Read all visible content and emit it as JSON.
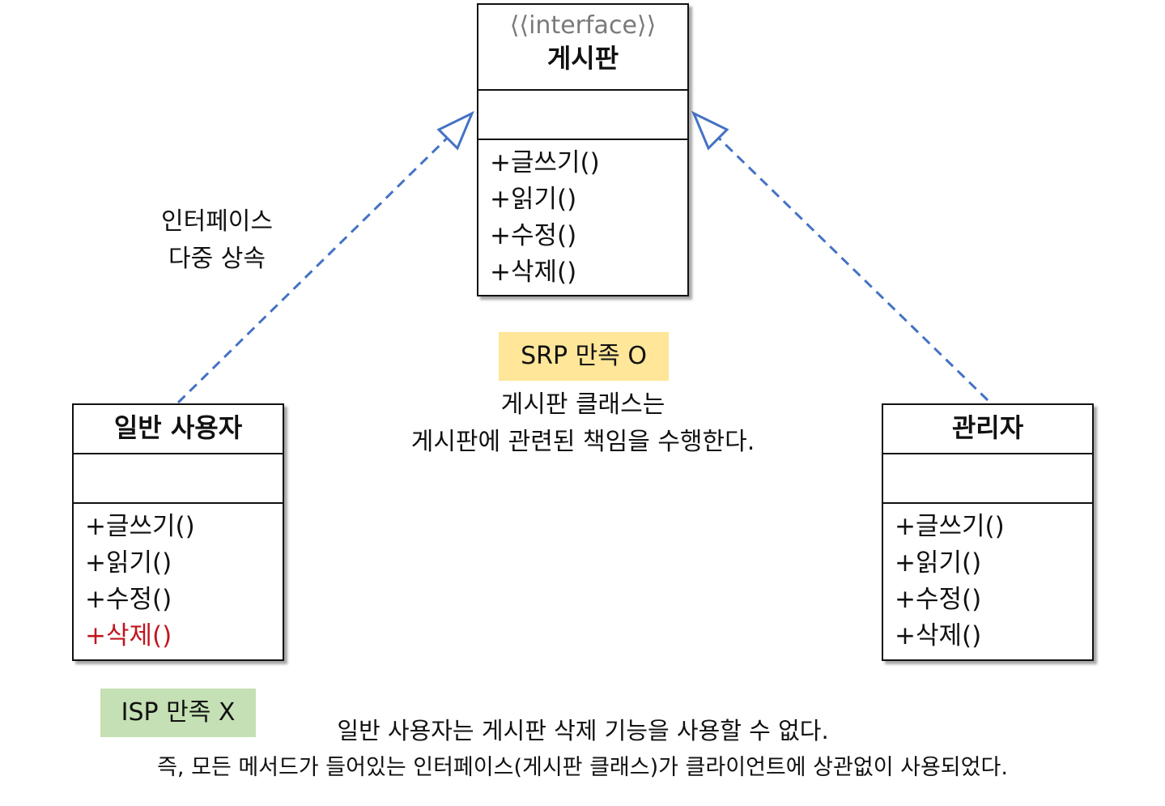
{
  "interface_box": {
    "stereotype": "⟨⟨interface⟩⟩",
    "name": "게시판",
    "operations": [
      "+글쓰기()",
      "+읽기()",
      "+수정()",
      "+삭제()"
    ]
  },
  "general_user_box": {
    "name": "일반 사용자",
    "operations": [
      "+글쓰기()",
      "+읽기()",
      "+수정()",
      "+삭제()"
    ],
    "highlighted_operation_color": "#c0161f"
  },
  "admin_box": {
    "name": "관리자",
    "operations": [
      "+글쓰기()",
      "+읽기()",
      "+수정()",
      "+삭제()"
    ]
  },
  "inheritance_label": {
    "line1": "인터페이스",
    "line2": "다중 상속"
  },
  "srp": {
    "badge": "SRP 만족 O",
    "badge_color": "#ffe699",
    "line1": "게시판 클래스는",
    "line2": "게시판에 관련된 책임을 수행한다."
  },
  "isp": {
    "badge": "ISP 만족 X",
    "badge_color": "#c5e0b4",
    "line1": "일반 사용자는 게시판 삭제 기능을 사용할 수 없다.",
    "line2": "즉, 모든 메서드가 들어있는 인터페이스(게시판 클래스)가 클라이언트에 상관없이 사용되었다."
  },
  "arrow_color": "#4472c4"
}
